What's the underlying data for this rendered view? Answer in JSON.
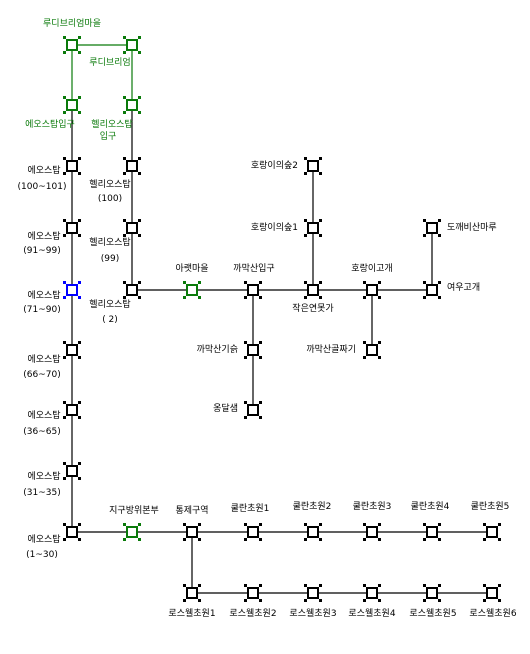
{
  "colors": {
    "normal": "#000000",
    "town": "#0a7a0a",
    "current": "#0000ff"
  },
  "nodes": [
    {
      "id": "rudi-village",
      "kind": "town"
    },
    {
      "id": "rudi-field",
      "kind": "town"
    },
    {
      "id": "eos-entrance",
      "kind": "town"
    },
    {
      "id": "helios-entrance",
      "kind": "town"
    },
    {
      "id": "eos-101",
      "kind": "normal"
    },
    {
      "id": "eos-99",
      "kind": "normal"
    },
    {
      "id": "eos-90",
      "kind": "current"
    },
    {
      "id": "eos-70",
      "kind": "normal"
    },
    {
      "id": "eos-65",
      "kind": "normal"
    },
    {
      "id": "eos-35",
      "kind": "normal"
    },
    {
      "id": "eos-30",
      "kind": "normal"
    },
    {
      "id": "helios-100",
      "kind": "normal"
    },
    {
      "id": "helios-99",
      "kind": "normal"
    },
    {
      "id": "helios-2",
      "kind": "normal"
    },
    {
      "id": "ariant-village",
      "kind": "town"
    },
    {
      "id": "magpie-entrance",
      "kind": "normal"
    },
    {
      "id": "small-crossroad",
      "kind": "normal"
    },
    {
      "id": "tiger-pass",
      "kind": "normal"
    },
    {
      "id": "fox-pass",
      "kind": "normal"
    },
    {
      "id": "goblin-hill",
      "kind": "normal"
    },
    {
      "id": "tiger-forest-2",
      "kind": "normal"
    },
    {
      "id": "tiger-forest-1",
      "kind": "normal"
    },
    {
      "id": "magpie-ruins",
      "kind": "normal"
    },
    {
      "id": "spring",
      "kind": "normal"
    },
    {
      "id": "magpie-corner",
      "kind": "normal"
    },
    {
      "id": "underground-hq",
      "kind": "town"
    },
    {
      "id": "control-zone",
      "kind": "normal"
    },
    {
      "id": "klan-1",
      "kind": "normal"
    },
    {
      "id": "klan-2",
      "kind": "normal"
    },
    {
      "id": "klan-3",
      "kind": "normal"
    },
    {
      "id": "klan-4",
      "kind": "normal"
    },
    {
      "id": "klan-5",
      "kind": "normal"
    },
    {
      "id": "los-1",
      "kind": "normal"
    },
    {
      "id": "los-2",
      "kind": "normal"
    },
    {
      "id": "los-3",
      "kind": "normal"
    },
    {
      "id": "los-4",
      "kind": "normal"
    },
    {
      "id": "los-5",
      "kind": "normal"
    },
    {
      "id": "los-6",
      "kind": "normal"
    }
  ],
  "edges": [
    {
      "from": "rudi-village",
      "to": "rudi-field",
      "kind": "town"
    },
    {
      "from": "rudi-village",
      "to": "eos-entrance",
      "kind": "town"
    },
    {
      "from": "rudi-field",
      "to": "helios-entrance",
      "kind": "town"
    },
    {
      "from": "eos-entrance",
      "to": "eos-101",
      "kind": "normal"
    },
    {
      "from": "helios-entrance",
      "to": "helios-100",
      "kind": "normal"
    },
    {
      "from": "eos-101",
      "to": "eos-99",
      "kind": "normal"
    },
    {
      "from": "eos-99",
      "to": "eos-90",
      "kind": "normal"
    },
    {
      "from": "eos-90",
      "to": "eos-70",
      "kind": "normal"
    },
    {
      "from": "eos-70",
      "to": "eos-65",
      "kind": "normal"
    },
    {
      "from": "eos-65",
      "to": "eos-35",
      "kind": "normal"
    },
    {
      "from": "eos-35",
      "to": "eos-30",
      "kind": "normal"
    },
    {
      "from": "helios-100",
      "to": "helios-99",
      "kind": "normal"
    },
    {
      "from": "helios-99",
      "to": "helios-2",
      "kind": "normal"
    },
    {
      "from": "helios-2",
      "to": "ariant-village",
      "kind": "normal"
    },
    {
      "from": "ariant-village",
      "to": "magpie-entrance",
      "kind": "normal"
    },
    {
      "from": "magpie-entrance",
      "to": "small-crossroad",
      "kind": "normal"
    },
    {
      "from": "small-crossroad",
      "to": "tiger-pass",
      "kind": "normal"
    },
    {
      "from": "tiger-pass",
      "to": "fox-pass",
      "kind": "normal"
    },
    {
      "from": "fox-pass",
      "to": "goblin-hill",
      "kind": "normal"
    },
    {
      "from": "tiger-forest-2",
      "to": "tiger-forest-1",
      "kind": "normal"
    },
    {
      "from": "tiger-forest-1",
      "to": "small-crossroad",
      "kind": "normal"
    },
    {
      "from": "magpie-entrance",
      "to": "magpie-ruins",
      "kind": "normal"
    },
    {
      "from": "magpie-ruins",
      "to": "spring",
      "kind": "normal"
    },
    {
      "from": "tiger-pass",
      "to": "magpie-corner",
      "kind": "normal"
    },
    {
      "from": "eos-30",
      "to": "underground-hq",
      "kind": "normal"
    },
    {
      "from": "underground-hq",
      "to": "control-zone",
      "kind": "normal"
    },
    {
      "from": "control-zone",
      "to": "klan-1",
      "kind": "normal"
    },
    {
      "from": "klan-1",
      "to": "klan-2",
      "kind": "normal"
    },
    {
      "from": "klan-2",
      "to": "klan-3",
      "kind": "normal"
    },
    {
      "from": "klan-3",
      "to": "klan-4",
      "kind": "normal"
    },
    {
      "from": "klan-4",
      "to": "klan-5",
      "kind": "normal"
    },
    {
      "from": "control-zone",
      "to": "los-1",
      "kind": "normal"
    },
    {
      "from": "los-1",
      "to": "los-2",
      "kind": "normal"
    },
    {
      "from": "los-2",
      "to": "los-3",
      "kind": "normal"
    },
    {
      "from": "los-3",
      "to": "los-4",
      "kind": "normal"
    },
    {
      "from": "los-4",
      "to": "los-5",
      "kind": "normal"
    },
    {
      "from": "los-5",
      "to": "los-6",
      "kind": "normal"
    }
  ],
  "labels": {
    "rudi_village": "루디브리엄마을",
    "rudi_field": "루디브리엄",
    "eos_entrance": "에오스탑입구",
    "helios_entrance_1": "헬리오스탑",
    "helios_entrance_2": "입구",
    "eos_101_name": "에오스탑",
    "eos_101_range": "(100~101)",
    "eos_99_name": "에오스탑",
    "eos_99_range": "(91~99)",
    "eos_90_name": "에오스탑",
    "eos_90_range": "(71~90)",
    "eos_70_name": "에오스탑",
    "eos_70_range": "(66~70)",
    "eos_65_name": "에오스탑",
    "eos_65_range": "(36~65)",
    "eos_35_name": "에오스탑",
    "eos_35_range": "(31~35)",
    "eos_30_name": "에오스탑",
    "eos_30_range": "(1~30)",
    "helios_100_name": "헬리오스탑",
    "helios_100_range": "(100)",
    "helios_99_name": "헬리오스탑",
    "helios_99_range": "(99)",
    "helios_2_name": "헬리오스탑",
    "helios_2_range": "( 2)",
    "ariant_village": "아랫마을",
    "magpie_entrance": "까막산입구",
    "small_crossroad": "작은연못가",
    "tiger_pass": "호랑이고개",
    "fox_pass": "여우고개",
    "goblin_hill": "도깨비산마루",
    "tiger_forest_2": "호랑이의숲2",
    "tiger_forest_1": "호랑이의숲1",
    "magpie_ruins": "까막산기슭",
    "spring": "옹달샘",
    "magpie_corner": "까막산골짜기",
    "underground_hq": "지구방위본부",
    "control_zone": "통제구역",
    "klan_1": "쿨란초원1",
    "klan_2": "쿨란초원2",
    "klan_3": "쿨란초원3",
    "klan_4": "쿨란초원4",
    "klan_5": "쿨란초원5",
    "los_1": "로스웰초원1",
    "los_2": "로스웰초원2",
    "los_3": "로스웰초원3",
    "los_4": "로스웰초원4",
    "los_5": "로스웰초원5",
    "los_6": "로스웰초원6"
  }
}
